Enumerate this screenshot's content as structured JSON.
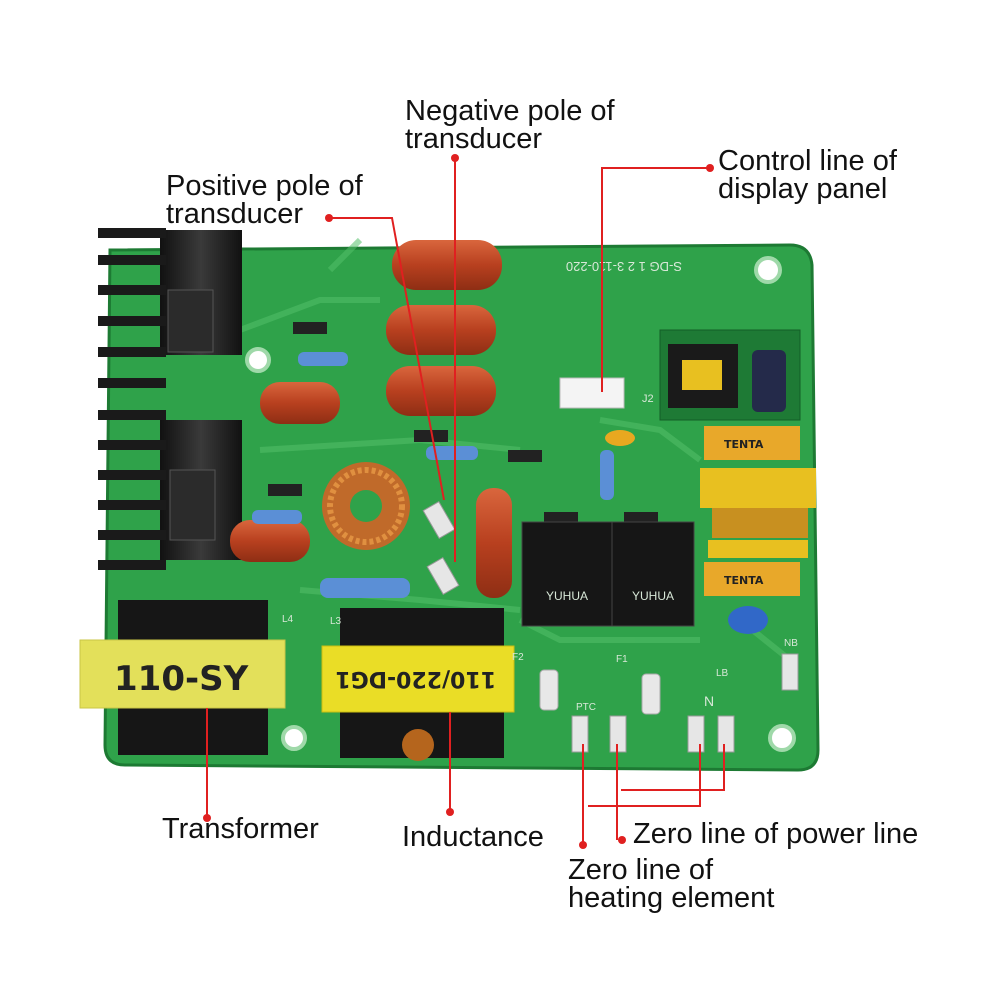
{
  "annotations": {
    "negative_pole": [
      "Negative pole of",
      "transducer"
    ],
    "positive_pole": [
      "Positive pole of",
      "transducer"
    ],
    "control_line": [
      "Control line of",
      "display panel"
    ],
    "transformer": "Transformer",
    "inductance": "Inductance",
    "zero_line_power": "Zero line of power line",
    "zero_line_heating": [
      "Zero line of",
      "heating element"
    ]
  },
  "board": {
    "model_silkscreen": "S-DG 1 2 3-110-220",
    "transformer_marking": "110-SY",
    "inductor_marking": "110/220-DG1",
    "relay_brand": "YUHUA",
    "capacitor_brand": "TENTA",
    "connector_label": "J2",
    "terminal_labels": [
      "N",
      "LB",
      "NB",
      "PTC",
      "F1",
      "F2",
      "L3",
      "L4"
    ]
  },
  "colors": {
    "board_green": "#2fa24a",
    "annotation_line": "#e02020",
    "annotation_dot": "#e02020",
    "text": "#111111"
  }
}
